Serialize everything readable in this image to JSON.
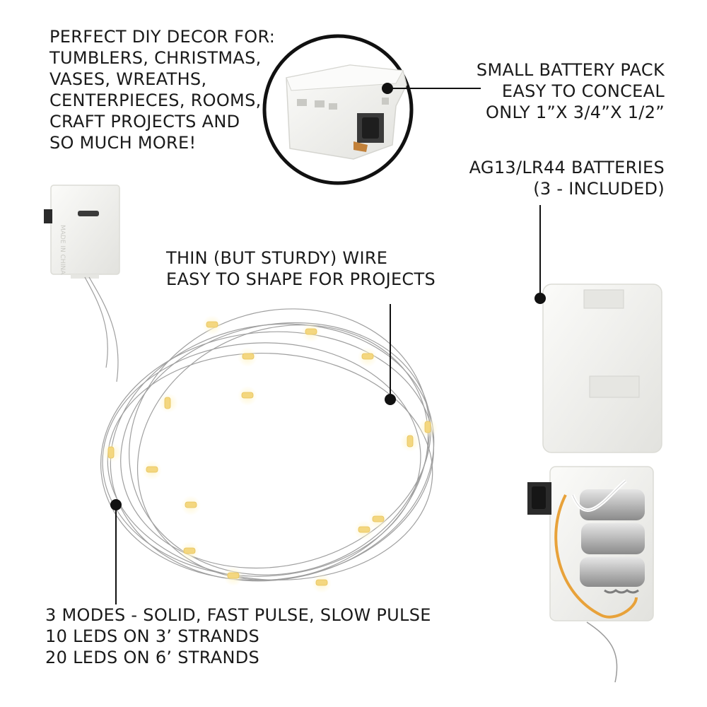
{
  "callouts": {
    "decor": {
      "lines": [
        "PERFECT DIY DECOR FOR:",
        "TUMBLERS, CHRISTMAS,",
        "VASES, WREATHS,",
        "CENTERPIECES, ROOMS,",
        "CRAFT PROJECTS AND",
        "SO MUCH MORE!"
      ]
    },
    "battery_pack": {
      "lines": [
        "SMALL BATTERY PACK",
        "EASY TO CONCEAL",
        "ONLY 1”X 3/4”X 1/2”"
      ]
    },
    "batteries": {
      "lines": [
        "AG13/LR44 BATTERIES",
        "(3 - INCLUDED)"
      ]
    },
    "wire": {
      "lines": [
        "THIN (BUT STURDY) WIRE",
        "EASY TO SHAPE FOR PROJECTS"
      ]
    },
    "modes": {
      "lines": [
        "3 MODES - SOLID, FAST PULSE, SLOW PULSE",
        "10 LEDS ON 3’ STRANDS",
        "20 LEDS ON 6’ STRANDS"
      ]
    }
  },
  "colors": {
    "text": "#1a1a1a",
    "callout_line": "#111111",
    "wire": "#8f8f8f",
    "led": "#f6dc88",
    "led_glow": "#fff3c4",
    "housing": "#f4f4f1",
    "button": "#2b2b2b",
    "coin_cell": "#c9c9c9",
    "orange_wire": "#e8a23a"
  }
}
